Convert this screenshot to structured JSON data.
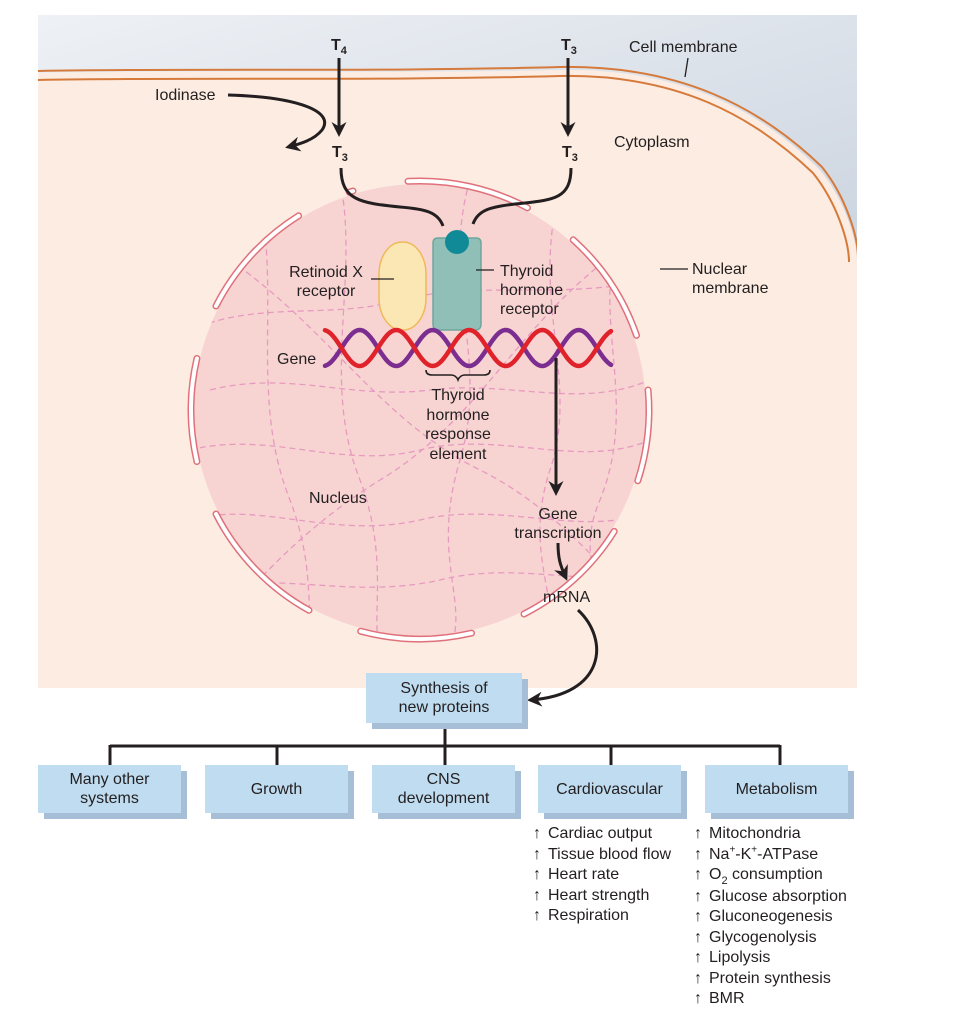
{
  "diagram": {
    "title": "Thyroid hormone mechanism of action",
    "colors": {
      "extracellular_top": "#eef1f5",
      "extracellular_bottom": "#b7c3d3",
      "cytoplasm": "#fcece1",
      "cell_membrane": "#d67a3c",
      "nucleus_fill": "#f7d4d2",
      "nuclear_membrane": "#e0707a",
      "chromatin": "#e79ac0",
      "dna_strand_a": "#e0222b",
      "dna_strand_b": "#7b2d90",
      "retinoid_receptor": "#fbe7b4",
      "retinoid_receptor_outline": "#f0b85a",
      "thyroid_receptor": "#8fbfb6",
      "thyroid_receptor_outline": "#6fa79c",
      "t3_ligand": "#0f8a96",
      "box_fill": "#bfdcf0",
      "box_shadow": "#a6bfd6",
      "arrow": "#231f20"
    },
    "labels": {
      "t4_top": {
        "base": "T",
        "sub": "4"
      },
      "t3_top": {
        "base": "T",
        "sub": "3"
      },
      "t3_left": {
        "base": "T",
        "sub": "3"
      },
      "t3_right": {
        "base": "T",
        "sub": "3"
      },
      "cell_membrane": "Cell membrane",
      "iodinase": "Iodinase",
      "cytoplasm": "Cytoplasm",
      "retinoid_x_receptor": [
        "Retinoid X",
        "receptor"
      ],
      "thyroid_hormone_receptor": [
        "Thyroid",
        "hormone",
        "receptor"
      ],
      "nuclear_membrane": [
        "Nuclear",
        "membrane"
      ],
      "gene": "Gene",
      "response_element": [
        "Thyroid",
        "hormone",
        "response",
        "element"
      ],
      "nucleus": "Nucleus",
      "gene_transcription": [
        "Gene",
        "transcription"
      ],
      "mrna": "mRNA"
    },
    "flow": {
      "root": [
        "Synthesis of",
        "new proteins"
      ],
      "children": [
        {
          "label": [
            "Many other",
            "systems"
          ]
        },
        {
          "label": [
            "Growth"
          ]
        },
        {
          "label": [
            "CNS",
            "development"
          ]
        },
        {
          "label": [
            "Cardiovascular"
          ]
        },
        {
          "label": [
            "Metabolism"
          ]
        }
      ]
    },
    "effects": {
      "arrow_glyph": "↑",
      "cardiovascular": [
        "Cardiac output",
        "Tissue blood flow",
        "Heart rate",
        "Heart strength",
        "Respiration"
      ],
      "metabolism": [
        {
          "text": "Mitochondria"
        },
        {
          "parts": [
            "Na",
            "+",
            "-K",
            "+",
            "-ATPase"
          ],
          "kind": "sup"
        },
        {
          "parts": [
            "O",
            "2",
            " consumption"
          ],
          "kind": "sub"
        },
        {
          "text": "Glucose absorption"
        },
        {
          "text": "Gluconeogenesis"
        },
        {
          "text": "Glycogenolysis"
        },
        {
          "text": "Lipolysis"
        },
        {
          "text": "Protein synthesis"
        },
        {
          "text": "BMR"
        }
      ]
    }
  }
}
